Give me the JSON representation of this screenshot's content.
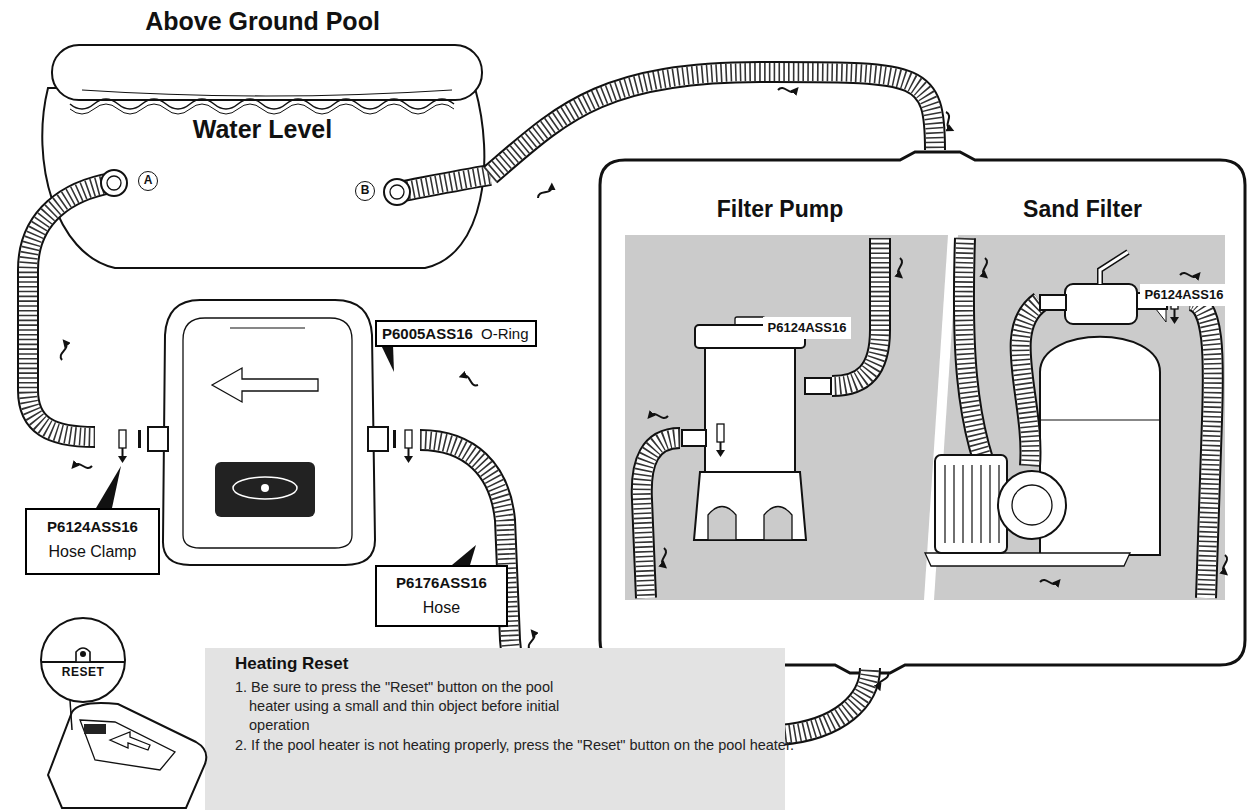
{
  "diagram": {
    "nodes": [
      {
        "text": [
          "Above Ground Pool",
          "Water Level"
        ]
      },
      {
        "text": [
          "Filter Pump"
        ]
      },
      {
        "text": [
          "Sand Filter"
        ]
      },
      {
        "text": [
          "P6124ASS16"
        ],
        "in": 1
      },
      {
        "text": [
          "P6124ASS16"
        ],
        "in": 2
      },
      {
        "text": [
          "P6005ASS16",
          "O-Ring"
        ]
      },
      {
        "text": [
          "P6124ASS16",
          "Hose Clamp"
        ]
      },
      {
        "text": [
          "P6176ASS16",
          "Hose"
        ]
      },
      {
        "text": [
          "Heating Reset",
          "1. Be sure to press the \"Reset\" button on the pool heater using a small and thin object before initial operation",
          "2. If the pool heater is not heating properly, press the \"Reset\" button on the pool heater."
        ]
      }
    ],
    "edges": [
      {
        "from": 0,
        "to": 1,
        "arrow": "none"
      }
    ],
    "labels": [
      "A",
      "B",
      "RESET"
    ]
  }
}
